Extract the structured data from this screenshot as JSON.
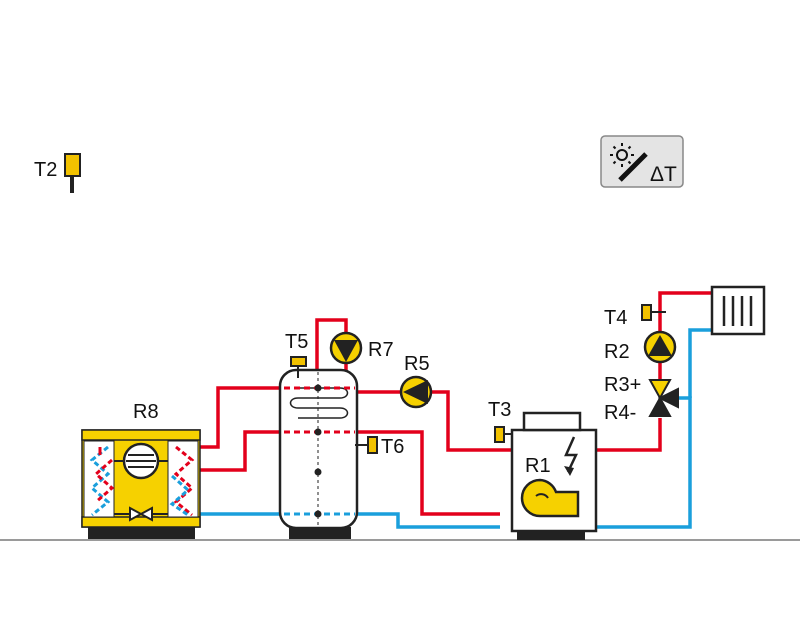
{
  "colors": {
    "hot": "#e3001b",
    "cold": "#1a9fdc",
    "sensor": "#f2c200",
    "component": "#f6d100",
    "outline": "#222222",
    "floor": "#9a9a9a"
  },
  "labels": {
    "t2": "T2",
    "t3": "T3",
    "t4": "T4",
    "t5": "T5",
    "t6": "T6",
    "r1": "R1",
    "r2": "R2",
    "r3": "R3+",
    "r4": "R4-",
    "r5": "R5",
    "r7": "R7",
    "r8": "R8",
    "controller_symbol": "ΔT"
  },
  "icons": {
    "controller": "sun-collector-icon",
    "boiler": "burner-icon",
    "heat_pump": "fan-icon",
    "valve": "three-way-valve-icon",
    "radiator": "radiator-icon",
    "pump": "pump-icon",
    "sensor": "temperature-sensor-icon"
  }
}
